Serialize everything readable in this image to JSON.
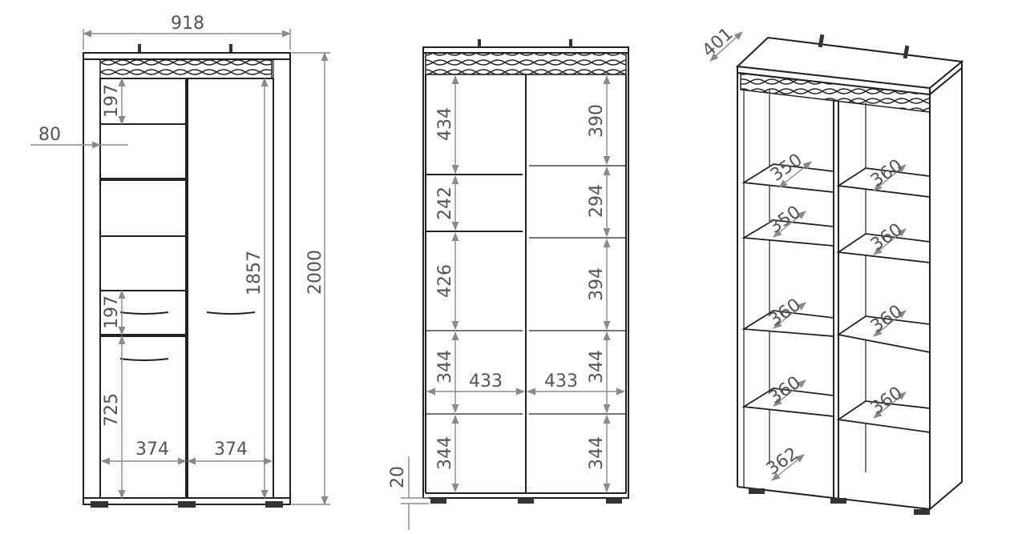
{
  "views": {
    "front_closed": {
      "width_total": "918",
      "height_total": "2000",
      "inner_height": "1857",
      "glass_offset": "80",
      "top_section": "197",
      "drawer_height": "197",
      "bottom_door": "725",
      "left_inner_width": "374",
      "right_inner_width": "374"
    },
    "front_open": {
      "left_col": [
        "434",
        "242",
        "426",
        "344",
        "344"
      ],
      "right_col": [
        "390",
        "294",
        "394",
        "344",
        "344"
      ],
      "inner_width_left": "433",
      "inner_width_right": "433",
      "foot_height": "20"
    },
    "iso": {
      "depth": "401",
      "left_shelves": [
        "350",
        "350",
        "360",
        "360",
        "362"
      ],
      "right_shelves": [
        "360",
        "360",
        "360",
        "360"
      ]
    }
  },
  "colors": {
    "line": "#222222",
    "dimension": "#8a8a8a",
    "text": "#555555"
  }
}
